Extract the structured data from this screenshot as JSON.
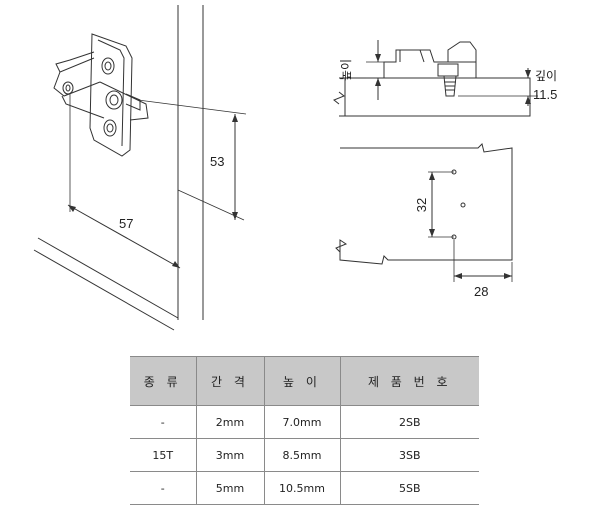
{
  "labels": {
    "dim_53": "53",
    "dim_57": "57",
    "height": "높이",
    "depth": "깊이",
    "dim_11_5": "11.5",
    "dim_32": "32",
    "dim_28": "28"
  },
  "table": {
    "headers": [
      "종 류",
      "간 격",
      "높 이",
      "제 품 번 호"
    ],
    "rows": [
      [
        "-",
        "2mm",
        "7.0mm",
        "2SB"
      ],
      [
        "15T",
        "3mm",
        "8.5mm",
        "3SB"
      ],
      [
        "-",
        "5mm",
        "10.5mm",
        "5SB"
      ]
    ]
  }
}
